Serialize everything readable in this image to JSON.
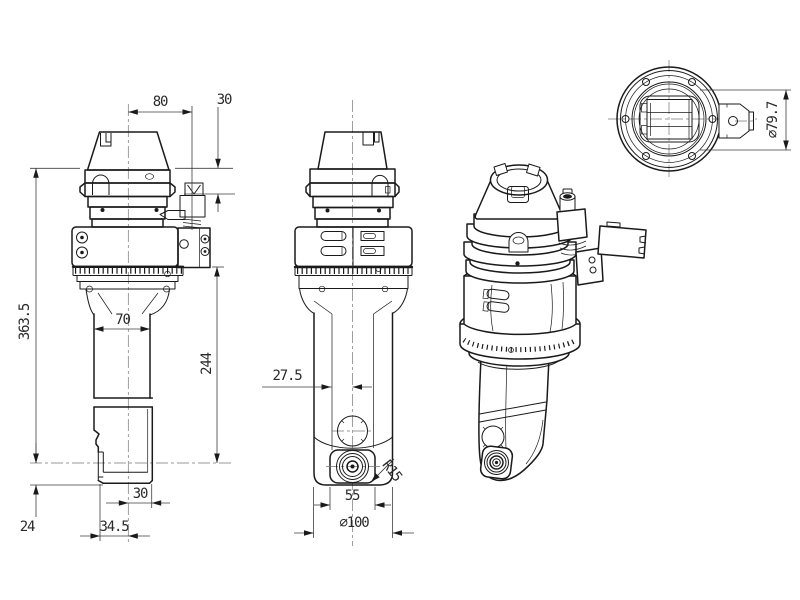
{
  "drawing": {
    "type": "engineering-drawing",
    "subject": "angle-head tool holder, multi-view technical drawing",
    "background_color": "#ffffff",
    "line_color": "#1a1a1a",
    "dimension_color": "#2a2a2a",
    "views": {
      "front": {
        "dims": {
          "top_width": "80",
          "stop_block_height": "30",
          "gauge_to_axis": "363.5",
          "shaft_dia": "70",
          "body_to_axis": "244",
          "axis_to_nose": "24",
          "nose_width": "30",
          "nose_offset": "34.5"
        }
      },
      "side": {
        "dims": {
          "face_to_center": "27.5",
          "nut_width": "55",
          "corner_radius": "R15",
          "body_dia": "∅100"
        }
      },
      "top": {
        "dims": {
          "pilot_dia": "∅79.7"
        }
      }
    }
  }
}
